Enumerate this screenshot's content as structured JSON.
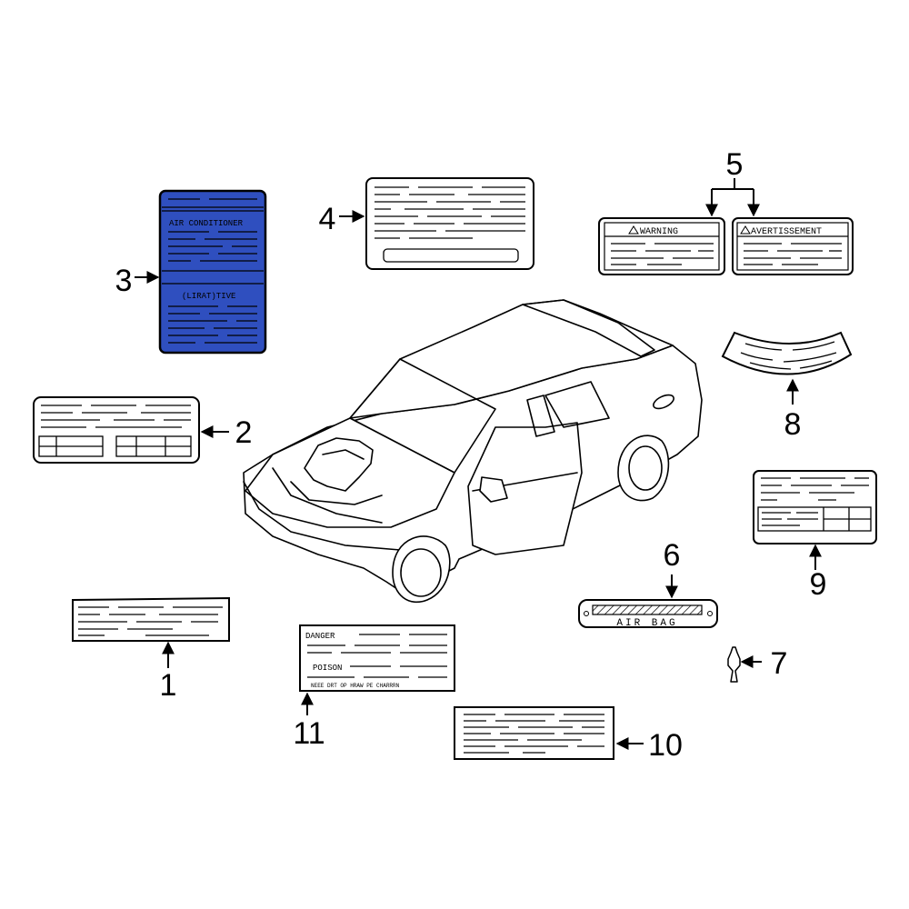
{
  "colors": {
    "highlight": "#2f4fbf",
    "line": "#000000",
    "background": "#ffffff"
  },
  "callouts": [
    "1",
    "2",
    "3",
    "4",
    "5",
    "6",
    "7",
    "8",
    "9",
    "10",
    "11"
  ],
  "labels": {
    "air_conditioner": "AIR CONDITIONER",
    "refrigerant": "(LIRAT)TIVE",
    "warning": "WARNING",
    "avertissement": "AVERTISSEMENT",
    "air_bag": "AIR BAG",
    "danger": "DANGER",
    "poison": "POISON",
    "label11_footer": "NEEE DRT OP HRAW PE CHARRRN"
  }
}
